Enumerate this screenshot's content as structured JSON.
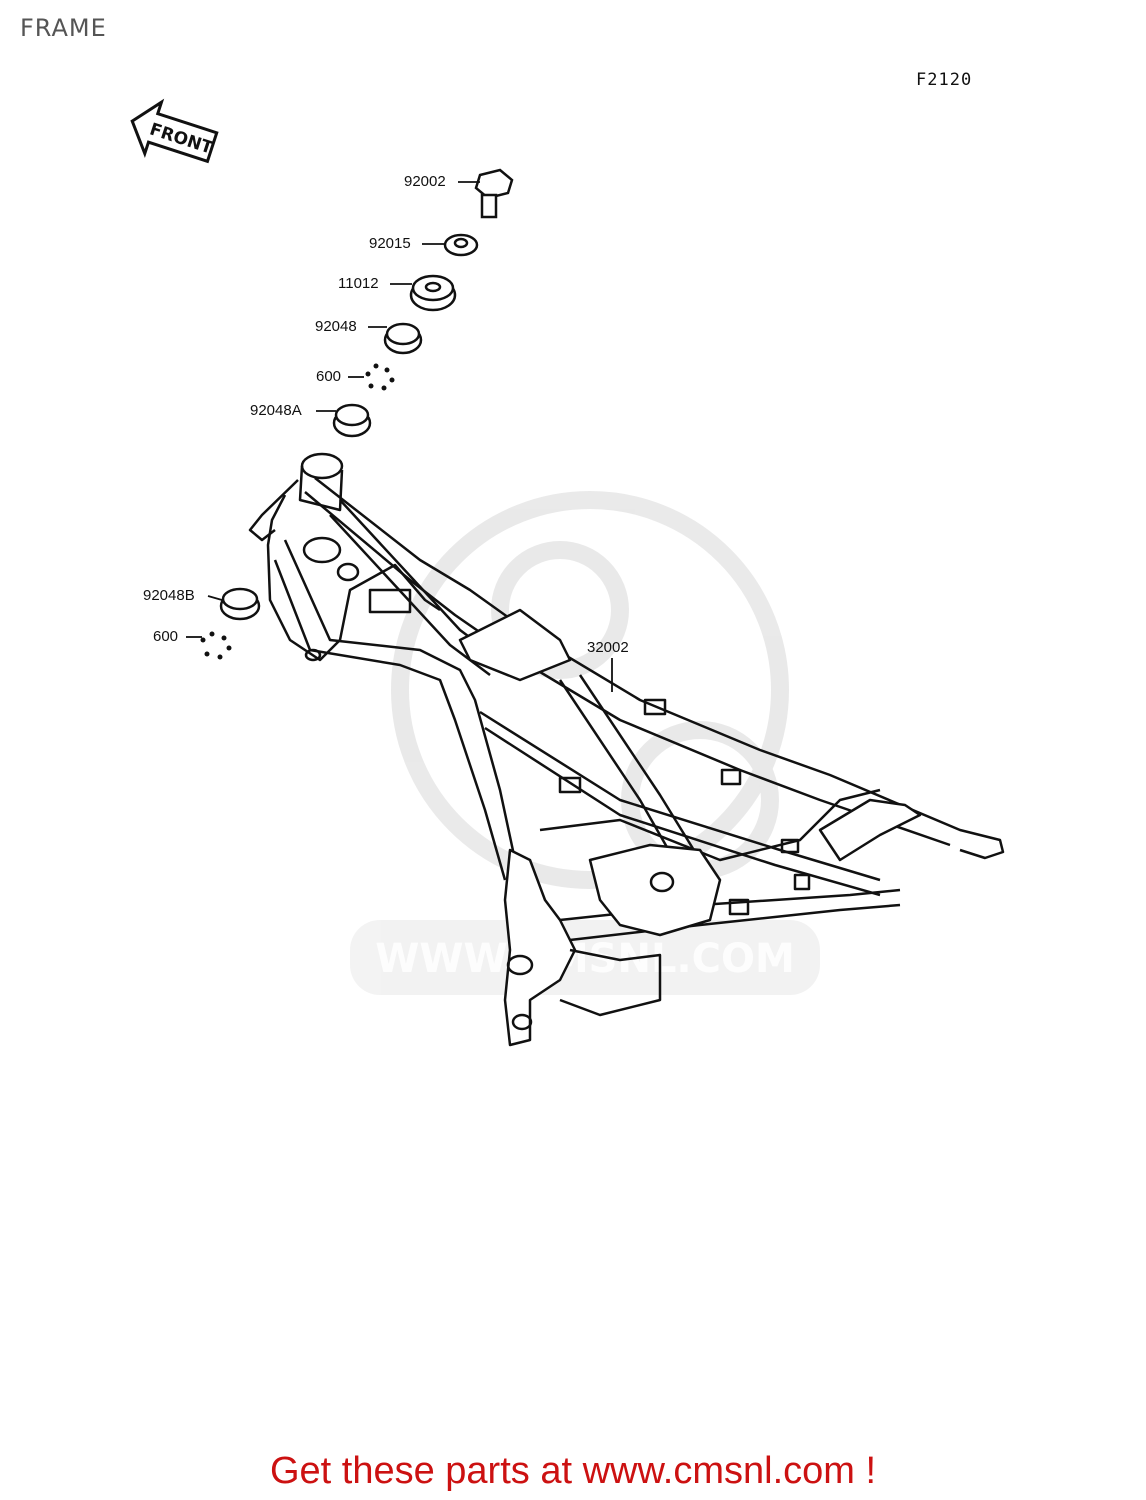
{
  "header": {
    "title": "FRAME"
  },
  "diagram": {
    "code": "F2120",
    "front_arrow_text": "FRONT",
    "watermark_text": "WWW.CMSNL.COM",
    "parts": [
      {
        "number": "92002"
      },
      {
        "number": "92015"
      },
      {
        "number": "11012"
      },
      {
        "number": "92048"
      },
      {
        "number": "600"
      },
      {
        "number": "92048A"
      },
      {
        "number": "92048B"
      },
      {
        "number": "600"
      },
      {
        "number": "32002"
      }
    ]
  },
  "footer": {
    "text": "Get these parts at www.cmsnl.com !"
  }
}
